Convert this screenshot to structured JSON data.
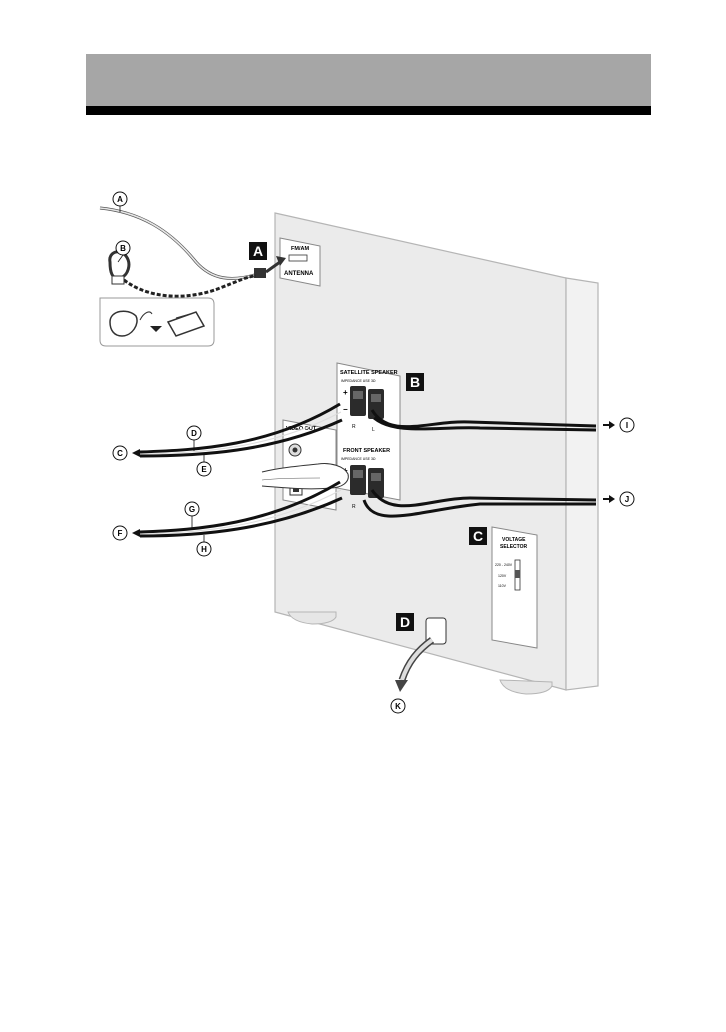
{
  "header": {
    "band_color": "#a6a6a6",
    "rule_color": "#000000"
  },
  "markers": {
    "A": "A",
    "B": "B",
    "C": "C",
    "D": "D"
  },
  "callouts": {
    "a": "A",
    "b": "B",
    "c": "C",
    "d": "D",
    "e": "E",
    "f": "F",
    "g": "G",
    "h": "H",
    "i": "I",
    "j": "J",
    "k": "K"
  },
  "panel_labels": {
    "antenna_top": "FM/AM",
    "antenna": "ANTENNA",
    "satellite_speaker": "SATELLITE SPEAKER",
    "impedance_sat": "IMPEDANCE USE 3Ω",
    "front_speaker": "FRONT SPEAKER",
    "impedance_front": "IMPEDANCE USE 3Ω",
    "video_out": "VIDEO OUT",
    "voltage_selector_1": "VOLTAGE",
    "voltage_selector_2": "SELECTOR",
    "voltage_opt1": "220 - 240V",
    "voltage_opt2": "120V",
    "voltage_opt3": "110V",
    "plus": "+",
    "minus": "−",
    "r": "R",
    "l": "L"
  }
}
